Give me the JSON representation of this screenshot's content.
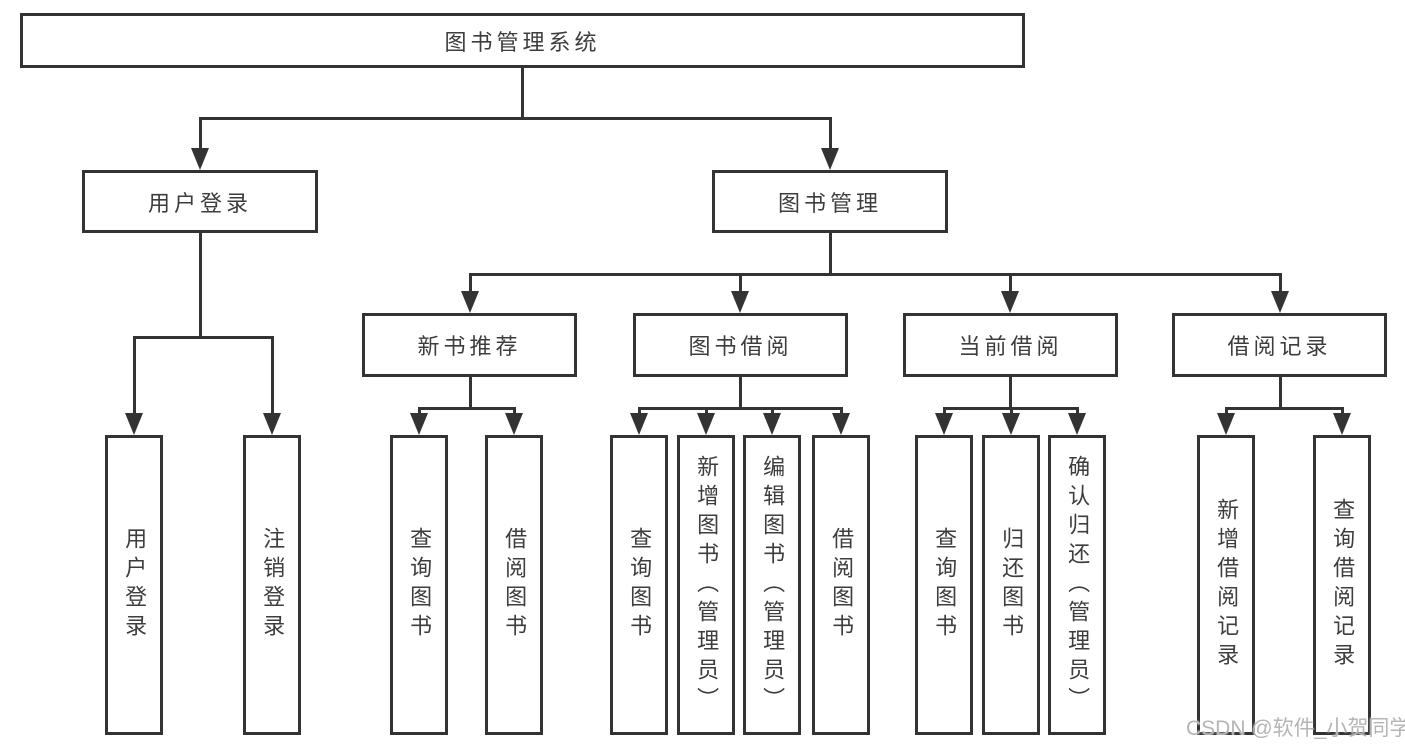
{
  "tree": {
    "root": "图书管理系统",
    "user_login": {
      "label": "用户登录",
      "children": [
        "用户登录",
        "注销登录"
      ]
    },
    "book_mgmt": {
      "label": "图书管理",
      "groups": [
        {
          "label": "新书推荐",
          "children": [
            "查询图书",
            "借阅图书"
          ]
        },
        {
          "label": "图书借阅",
          "children": [
            "查询图书",
            "新增图书（管理员）",
            "编辑图书（管理员）",
            "借阅图书"
          ]
        },
        {
          "label": "当前借阅",
          "children": [
            "查询图书",
            "归还图书",
            "确认归还（管理员）"
          ]
        },
        {
          "label": "借阅记录",
          "children": [
            "新增借阅记录",
            "查询借阅记录"
          ]
        }
      ]
    }
  },
  "watermark": {
    "text": "CSDN @软件_小贺同学"
  },
  "colors": {
    "line": "#333333",
    "text": "#3d3d3d",
    "watermark": "#b5b5b5",
    "background": "#ffffff"
  }
}
